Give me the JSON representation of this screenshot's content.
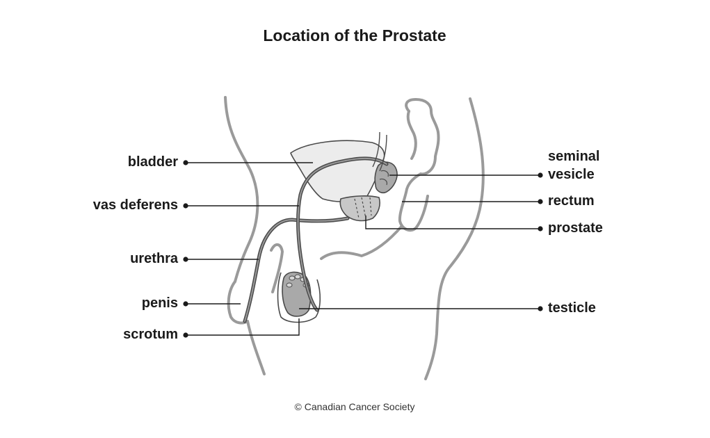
{
  "title": "Location of the Prostate",
  "labels": {
    "bladder": "bladder",
    "vas_deferens": "vas deferens",
    "urethra": "urethra",
    "penis": "penis",
    "scrotum": "scrotum",
    "seminal_vesicle_line1": "seminal",
    "seminal_vesicle_line2": "vesicle",
    "rectum": "rectum",
    "prostate": "prostate",
    "testicle": "testicle"
  },
  "credit": "© Canadian Cancer Society",
  "colors": {
    "text": "#1a1a1a",
    "body_outline": "#9a9a9a",
    "organ_fill_light": "#ececec",
    "organ_fill_mid": "#c8c8c8",
    "organ_fill_dark": "#a9a9a9",
    "organ_outline": "#4a4a4a"
  }
}
